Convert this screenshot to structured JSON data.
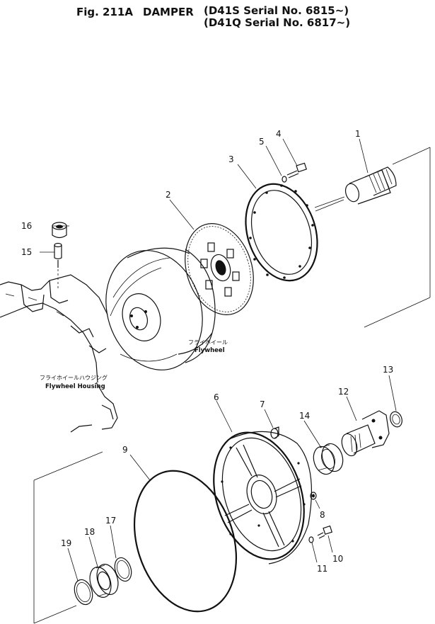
{
  "header": {
    "fig_label": "Fig. 211A",
    "title": "DAMPER",
    "serial_line_1": "(D41S  Serial  No.  6815~)",
    "serial_line_2": "(D41Q  Serial  No.  6817~)"
  },
  "labels": {
    "flywheel_jp": "フライホイール",
    "flywheel_en": "Flywheel",
    "flywheel_housing_jp": "フライホイールハウジング",
    "flywheel_housing_en": "Flywheel Housing"
  },
  "callouts": {
    "c1": "1",
    "c2": "2",
    "c3": "3",
    "c4": "4",
    "c5": "5",
    "c6": "6",
    "c7": "7",
    "c8": "8",
    "c9": "9",
    "c10": "10",
    "c11": "11",
    "c12": "12",
    "c13": "13",
    "c14": "14",
    "c15": "15",
    "c16": "16",
    "c17": "17",
    "c18": "18",
    "c19": "19"
  }
}
